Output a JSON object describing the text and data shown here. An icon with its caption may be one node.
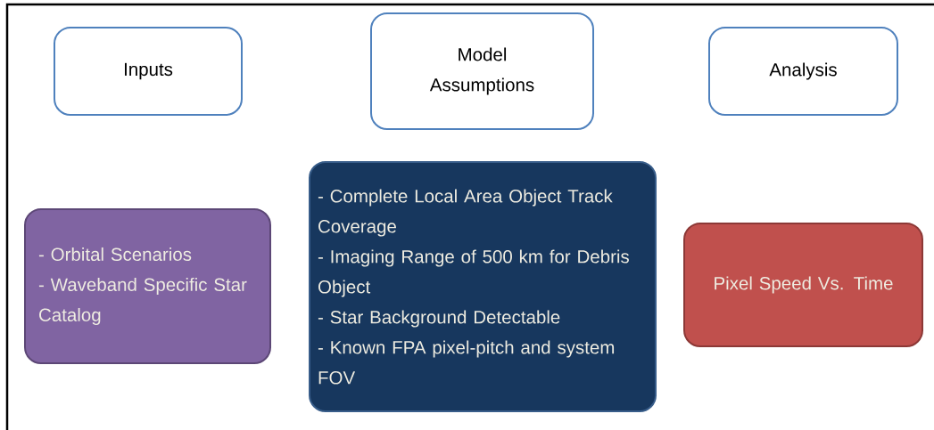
{
  "diagram": {
    "nodes": [
      {
        "text": [
          "Inputs"
        ]
      },
      {
        "text": [
          "Model Assumptions"
        ]
      },
      {
        "text": [
          "Analysis"
        ]
      },
      {
        "text": [
          "- Orbital Scenarios",
          "- Waveband Specific Star Catalog"
        ]
      },
      {
        "text": [
          "- Complete Local Area Object Track Coverage",
          "- Imaging Range of 500 km for Debris Object",
          "- Star Background Detectable",
          "- Known FPA pixel-pitch and system FOV"
        ]
      },
      {
        "text": [
          "Pixel Speed Vs. Time"
        ]
      }
    ]
  }
}
